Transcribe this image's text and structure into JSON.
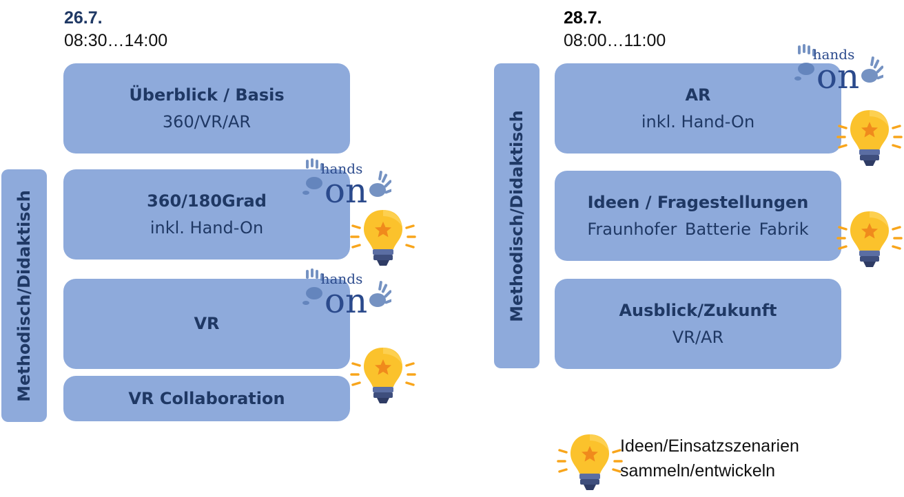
{
  "left": {
    "date": "26.7.",
    "time": "08:30…14:00",
    "sidebar": "Methodisch/Didaktisch",
    "boxes": [
      {
        "title": "Überblick / Basis",
        "subtitle": "360/VR/AR"
      },
      {
        "title": "360/180Grad",
        "subtitle": "inkl. Hand-On"
      },
      {
        "title": "VR",
        "subtitle": ""
      },
      {
        "title": "VR Collaboration",
        "subtitle": ""
      }
    ]
  },
  "right": {
    "date": "28.7.",
    "time": "08:00…11:00",
    "sidebar": "Methodisch/Didaktisch",
    "boxes": [
      {
        "title": "AR",
        "subtitle": "inkl. Hand-On"
      },
      {
        "title": "Ideen / Fragestellungen",
        "subtitle": "Fraunhofer  Batterie Fabrik"
      },
      {
        "title": "Ausblick/Zukunft",
        "subtitle": "VR/AR"
      }
    ]
  },
  "legend": {
    "line1": "Ideen/Einsatzszenarien",
    "line2": "sammeln/entwickeln"
  },
  "logo": {
    "top": "hands",
    "bottom": "on"
  },
  "colors": {
    "box": "#8eaadb",
    "box_text": "#1f3864",
    "date_left": "#1f3864",
    "date_right": "#000000",
    "bulb_glass": "#fbc22c",
    "bulb_base": "#3e4e7d",
    "bulb_rays": "#f8a51b"
  },
  "icons": {
    "idea": "lightbulb-icon",
    "hands_on": "hands-on-logo"
  }
}
